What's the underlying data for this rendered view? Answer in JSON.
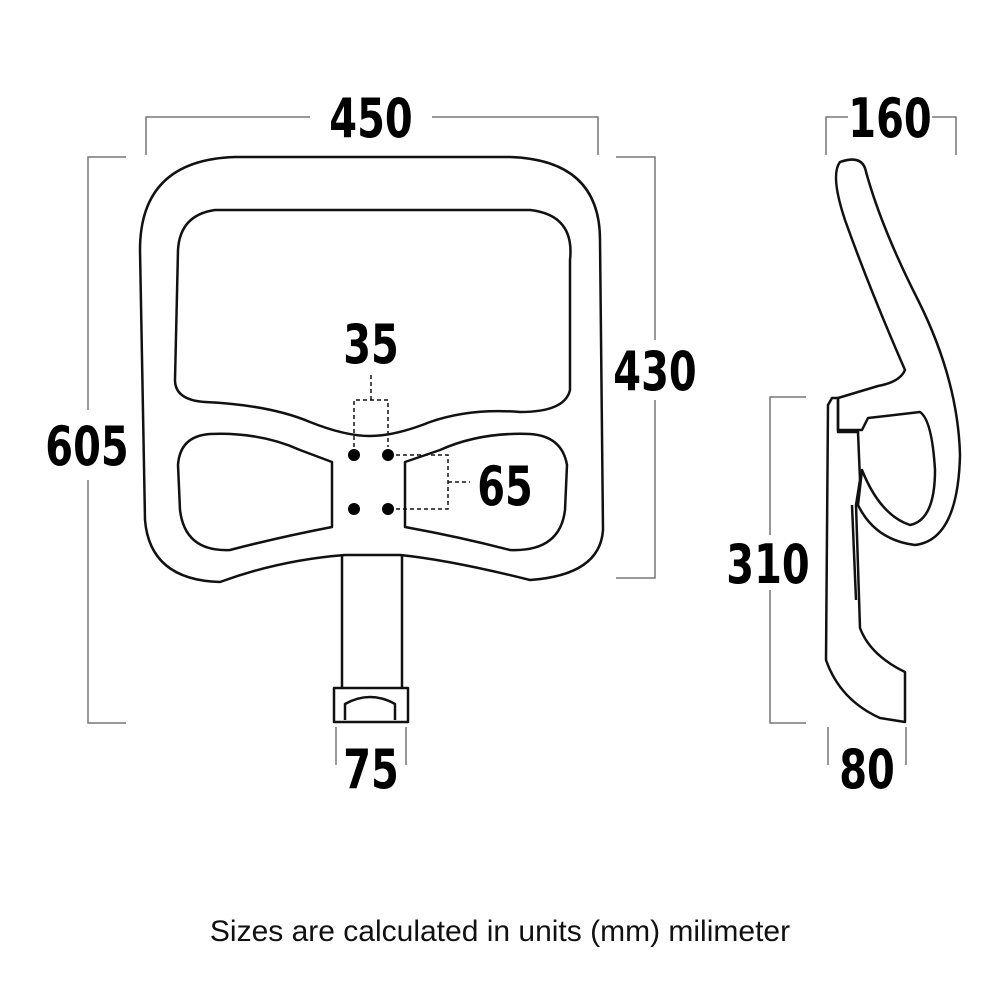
{
  "dimensions": {
    "width": "450",
    "height": "605",
    "back_height": "430",
    "hole_spacing_horizontal": "35",
    "hole_spacing_vertical": "65",
    "mount_width": "75",
    "side_depth": "160",
    "side_height": "310",
    "bracket_depth": "80"
  },
  "caption": "Sizes are calculated in units (mm) milimeter"
}
